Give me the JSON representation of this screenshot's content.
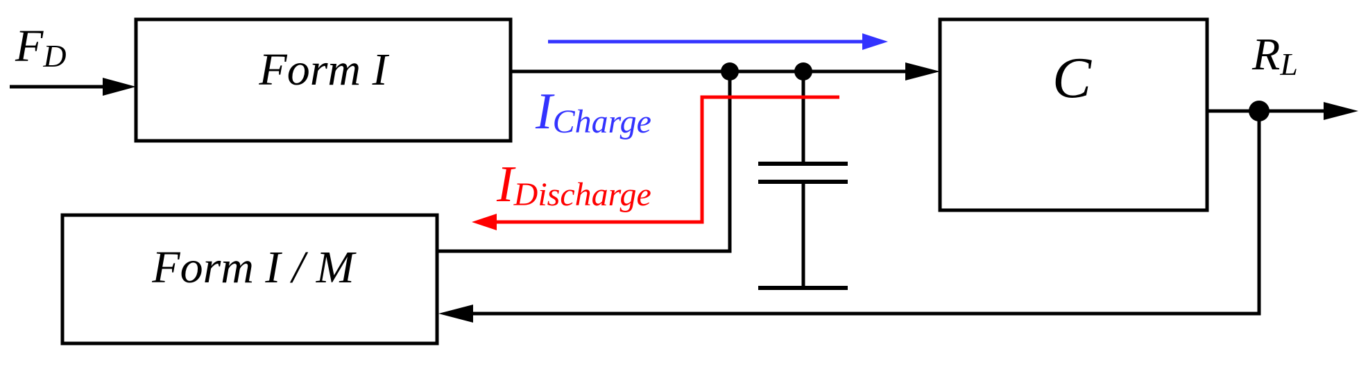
{
  "blocks": {
    "form_i": "Form I",
    "c": "C",
    "form_i_m": "Form I / M"
  },
  "signals": {
    "input": {
      "main": "F",
      "sub": "D"
    },
    "output": {
      "main": "R",
      "sub": "L"
    }
  },
  "currents": {
    "charge": {
      "main": "I",
      "sub": "Charge"
    },
    "discharge": {
      "main": "I",
      "sub": "Discharge"
    }
  },
  "colors": {
    "wire": "#000000",
    "charge": "#3333ff",
    "discharge": "#ff0000"
  }
}
